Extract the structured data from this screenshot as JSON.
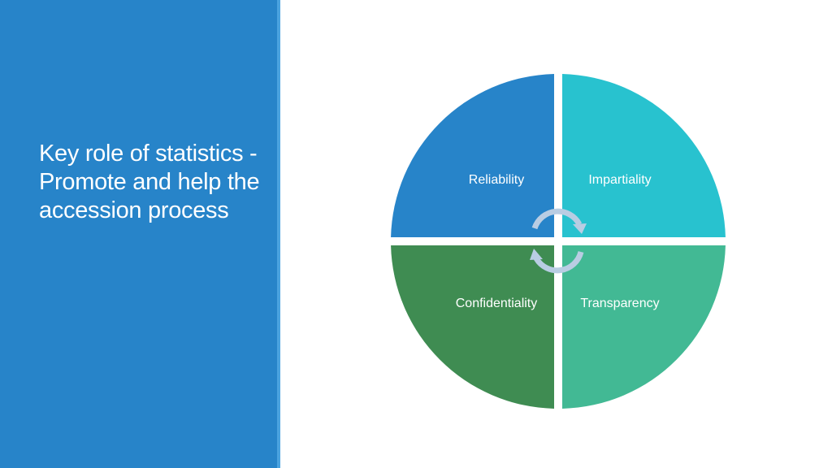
{
  "slide": {
    "title": "Key role of statistics - Promote and help the accession process"
  },
  "diagram": {
    "type": "cycle-quadrants",
    "quadrants": [
      {
        "label": "Reliability",
        "color": "#2784c9"
      },
      {
        "label": "Impartiality",
        "color": "#28c2cf"
      },
      {
        "label": "Confidentiality",
        "color": "#3f8c52"
      },
      {
        "label": "Transparency",
        "color": "#42b994"
      }
    ],
    "arrow_color": "#b9cde3",
    "background": "#ffffff",
    "sidebar_color": "#2784c9"
  }
}
